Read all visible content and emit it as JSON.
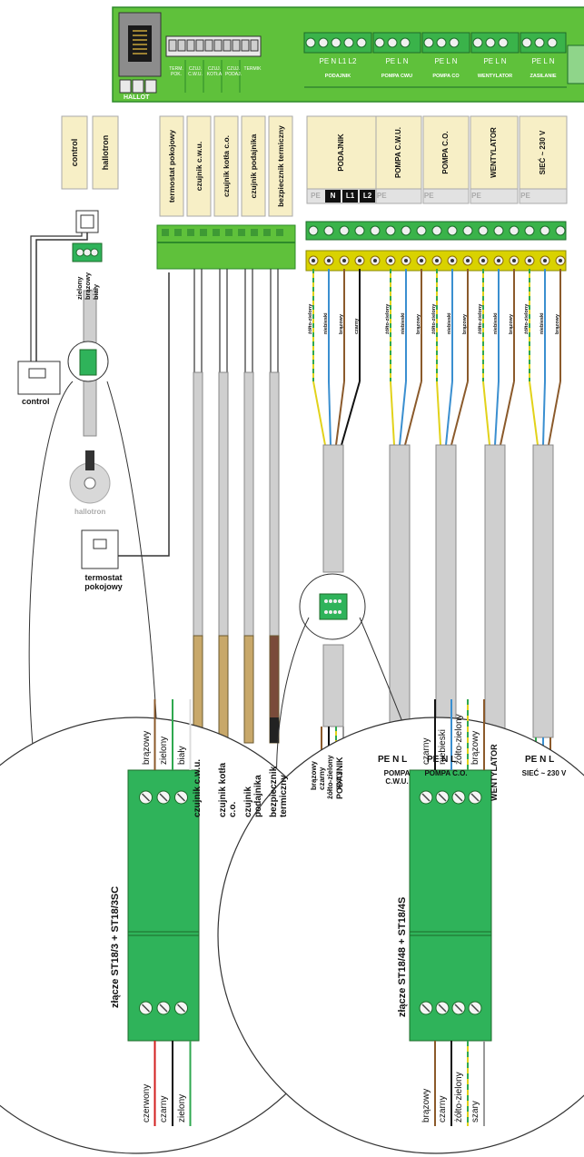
{
  "colors": {
    "board": "#5fc13b",
    "board_dark": "#2e8a2a",
    "terminal": "#3ab34a",
    "cream": "#f7efc6",
    "cable": "#cfcfcf",
    "wire_brown": "#8b5a2b",
    "wire_blue": "#3a8fd0",
    "wire_yellow": "#e2d21a",
    "wire_green": "#2fa84f",
    "wire_black": "#111111",
    "wire_red": "#d21f1f",
    "wire_grey": "#999999",
    "sensor_tan": "#c8a86a",
    "sensor_red": "#7a4b3a",
    "connector_green": "#2fb35a"
  },
  "board": {
    "jack_label": "HALLOT",
    "sensor_terminals": [
      "TERM. POK.",
      "CZUJ. C.W.U.",
      "CZUJ. KOTŁA",
      "CZUJ. PODAJ.",
      "TERMIK"
    ],
    "power_blocks": [
      {
        "pins": "PE  N  L1 L2",
        "name": "PODAJNIK"
      },
      {
        "pins": "PE  L  N",
        "name": "POMPA CWU"
      },
      {
        "pins": "PE  L  N",
        "name": "POMPA CO"
      },
      {
        "pins": "PE  L  N",
        "name": "WENTYLATOR"
      },
      {
        "pins": "PE  L  N",
        "name": "ZASILANIE"
      }
    ]
  },
  "top_labels": {
    "control": "control",
    "hallotron": "hallotron"
  },
  "sensor_tabs": [
    "termostat pokojowy",
    "czujnik c.w.u.",
    "czujnik kotła c.o.",
    "czujnik podajnika",
    "bezpiecznik termiczny"
  ],
  "device_tabs": [
    {
      "name": "PODAJNIK",
      "pins": [
        "PE",
        "N",
        "L1",
        "L2"
      ]
    },
    {
      "name": "POMPA C.W.U.",
      "pins": [
        "PE",
        "",
        "",
        ""
      ]
    },
    {
      "name": "POMPA C.O.",
      "pins": [
        "PE",
        "",
        "",
        ""
      ]
    },
    {
      "name": "WENTYLATOR",
      "pins": [
        "PE",
        "",
        "",
        ""
      ]
    },
    {
      "name": "SIEĆ ~ 230 V",
      "pins": [
        "PE",
        "",
        "",
        ""
      ]
    }
  ],
  "hall_connector_wires": [
    "zielony",
    "brązowy",
    "biały"
  ],
  "device_wire_labels": [
    "żółto-zielony",
    "niebieski",
    "brązowy",
    "czarny",
    "żółto-zielony",
    "niebieski",
    "brązowy",
    "żółto-zielony",
    "niebieski",
    "brązowy",
    "żółto-zielony",
    "niebieski",
    "brązowy",
    "żółto-zielony",
    "niebieski",
    "brązowy"
  ],
  "left_labels": {
    "control": "control",
    "hallotron": "hallotron",
    "thermostat": "termostat pokojowy"
  },
  "sensor_bottom_labels": [
    "czujnik c.w.u.",
    "czujnik kotła c.o.",
    "czujnik podajnika",
    "bezpiecznik termiczny"
  ],
  "podajnik_wires": [
    "brązowy",
    "czarny",
    "żółto-zielony",
    "szary"
  ],
  "podajnik_label": "PODAJNIK",
  "pompa_cwu": {
    "pins": "PE N  L",
    "name": "POMPA C.W.U."
  },
  "pompa_co": {
    "pins": "PE N  L",
    "name": "POMPA C.O."
  },
  "wentylator_label": "WENTYLATOR",
  "siec": {
    "pins": "PE N  L",
    "name": "SIEĆ ~ 230 V"
  },
  "detail_left": {
    "title": "złącze ST18/3 + ST18/3SC",
    "top_wires": [
      "brązowy",
      "zielony",
      "biały"
    ],
    "bottom_wires": [
      "czerwony",
      "czarny",
      "zielony"
    ]
  },
  "detail_right": {
    "title": "złącze ST18/48 + ST18/4S",
    "top_wires": [
      "czarny",
      "niebieski",
      "żółto-zielony",
      "brązowy"
    ],
    "bottom_wires": [
      "brązowy",
      "czarny",
      "żółto-zielony",
      "szary"
    ]
  }
}
